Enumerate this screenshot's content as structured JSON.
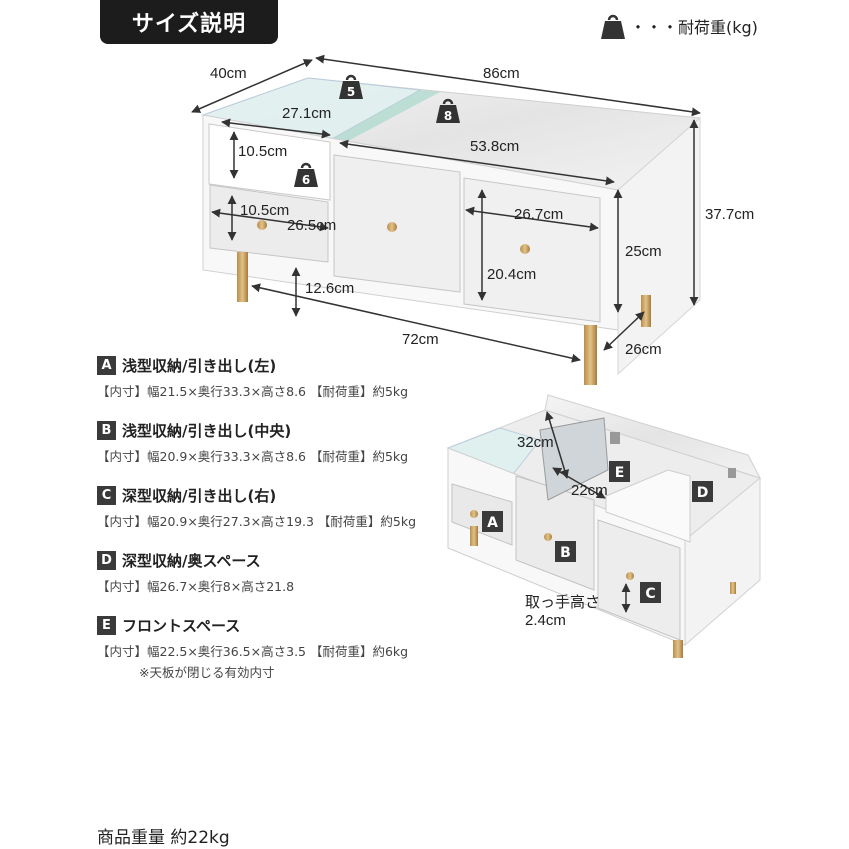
{
  "title": "サイズ説明",
  "legend": {
    "icon": "weight-icon",
    "text": "・・・耐荷重(kg)"
  },
  "top_diagram": {
    "dims": {
      "depth": "40cm",
      "width": "86cm",
      "glass_width": "27.1cm",
      "marble_width": "53.8cm",
      "glass_height": "10.5cm",
      "left_drawer_height": "10.5cm",
      "left_drawer_width": "26.5cm",
      "right_drawer_width": "26.7cm",
      "right_drawer_height": "20.4cm",
      "cabinet_height": "25cm",
      "total_height": "37.7cm",
      "leg_height": "12.6cm",
      "leg_span": "72cm",
      "side_depth": "26cm"
    },
    "loads": {
      "glass": "5",
      "marble": "8",
      "left_shelf": "6"
    }
  },
  "specs": [
    {
      "badge": "A",
      "title": "浅型収納/引き出し(左)",
      "detail": "【内寸】幅21.5×奥行33.3×高さ8.6 【耐荷重】約5kg"
    },
    {
      "badge": "B",
      "title": "浅型収納/引き出し(中央)",
      "detail": "【内寸】幅20.9×奥行33.3×高さ8.6 【耐荷重】約5kg"
    },
    {
      "badge": "C",
      "title": "深型収納/引き出し(右)",
      "detail": "【内寸】幅20.9×奥行27.3×高さ19.3 【耐荷重】約5kg"
    },
    {
      "badge": "D",
      "title": "深型収納/奥スペース",
      "detail": "【内寸】幅26.7×奥行8×高さ21.8"
    },
    {
      "badge": "E",
      "title": "フロントスペース",
      "detail": "【内寸】幅22.5×奥行36.5×高さ3.5 【耐荷重】約6kg",
      "note": "※天板が閉じる有効内寸"
    }
  ],
  "open_diagram": {
    "mirror_height": "32cm",
    "mirror_width": "22cm",
    "handle_label": "取っ手高さ",
    "handle_value": "2.4cm",
    "badges": [
      "A",
      "B",
      "C",
      "D",
      "E"
    ]
  },
  "product_weight": "商品重量 約22kg"
}
